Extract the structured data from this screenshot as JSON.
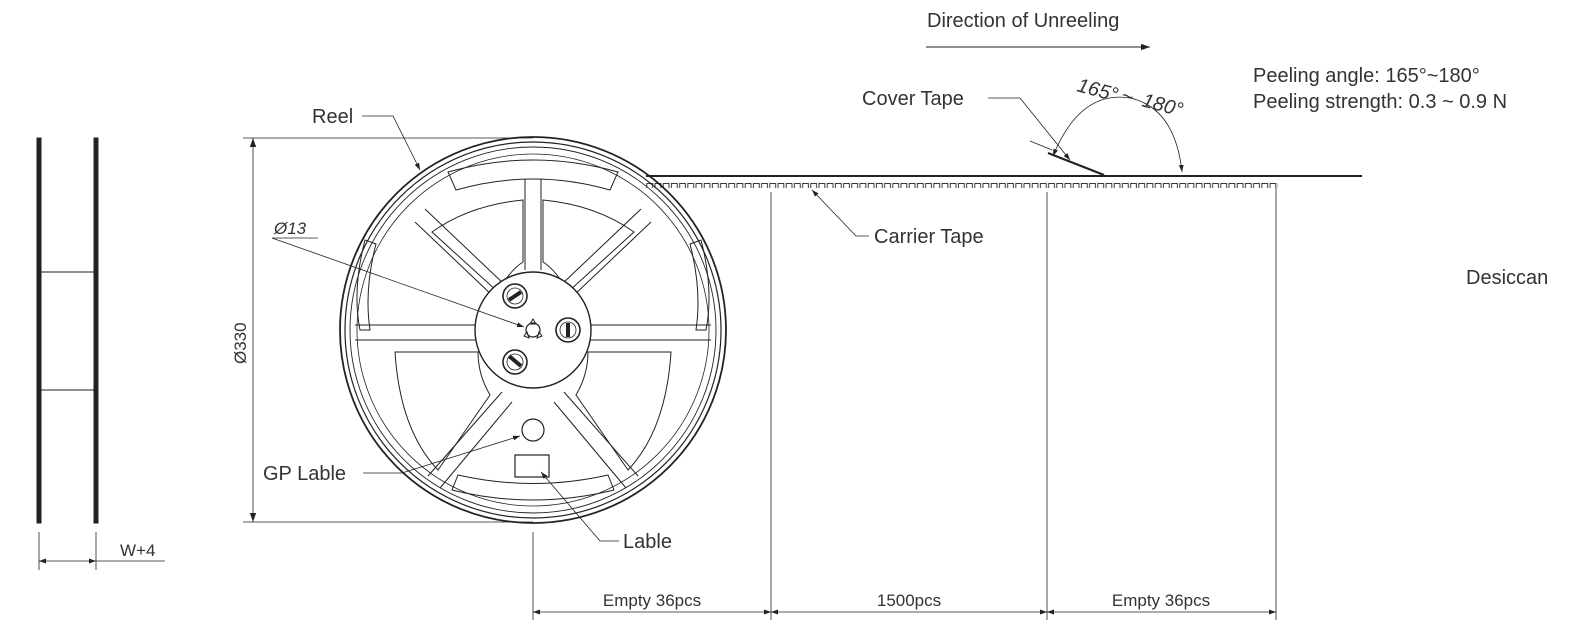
{
  "labels": {
    "direction": "Direction of Unreeling",
    "peeling_angle": "Peeling angle: 165°~180°",
    "peeling_strength": "Peeling strength: 0.3 ~ 0.9 N",
    "cover_tape": "Cover Tape",
    "angle_a": "165°",
    "angle_sep": "~",
    "angle_b": "180°",
    "reel": "Reel",
    "carrier_tape": "Carrier Tape",
    "desiccant": "Desiccan",
    "hub_dia": "Ø13",
    "reel_dia": "Ø330",
    "gp_label": "GP Lable",
    "label": "Lable",
    "width": "W+4",
    "empty_left": "Empty 36pcs",
    "count": "1500pcs",
    "empty_right": "Empty 36pcs"
  },
  "colors": {
    "line": "#222222",
    "text": "#333333"
  }
}
